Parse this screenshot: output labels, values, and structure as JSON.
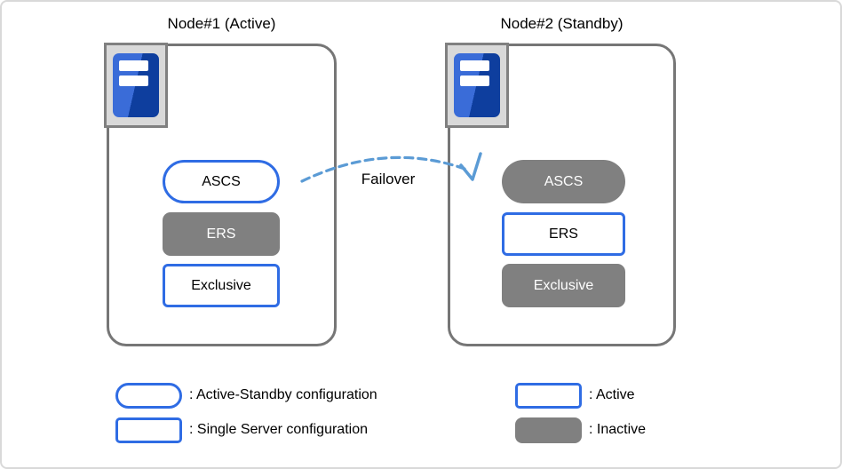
{
  "diagram": {
    "title_implicit": "ASCS/ERS failover configuration"
  },
  "colors": {
    "accent_blue": "#2f6ce4",
    "inactive_gray": "#808080",
    "node_border_gray": "#767676",
    "arrow_blue": "#5b9bd5",
    "icon_frame_gray": "#d9d9d9",
    "icon_blue_light": "#3a6cd8",
    "icon_blue_dark": "#0e3e9e"
  },
  "nodes": [
    {
      "title": "Node#1 (Active)",
      "items": [
        {
          "label": "ASCS",
          "shape": "pill",
          "state": "active",
          "config": "Active-Standby configuration"
        },
        {
          "label": "ERS",
          "shape": "rounded-rect",
          "state": "inactive"
        },
        {
          "label": "Exclusive",
          "shape": "rect",
          "state": "active",
          "config": "Single Server configuration"
        }
      ]
    },
    {
      "title": "Node#2 (Standby)",
      "items": [
        {
          "label": "ASCS",
          "shape": "pill",
          "state": "inactive"
        },
        {
          "label": "ERS",
          "shape": "rect",
          "state": "active"
        },
        {
          "label": "Exclusive",
          "shape": "rounded-rect",
          "state": "inactive"
        }
      ]
    }
  ],
  "failover": {
    "label": "Failover"
  },
  "legend": {
    "items": [
      {
        "swatch": "pill-outline",
        "label": ": Active-Standby configuration"
      },
      {
        "swatch": "rect-outline",
        "label": ": Single Server configuration"
      },
      {
        "swatch": "rect-outline",
        "label": ": Active"
      },
      {
        "swatch": "rect-filled",
        "label": ": Inactive"
      }
    ]
  }
}
